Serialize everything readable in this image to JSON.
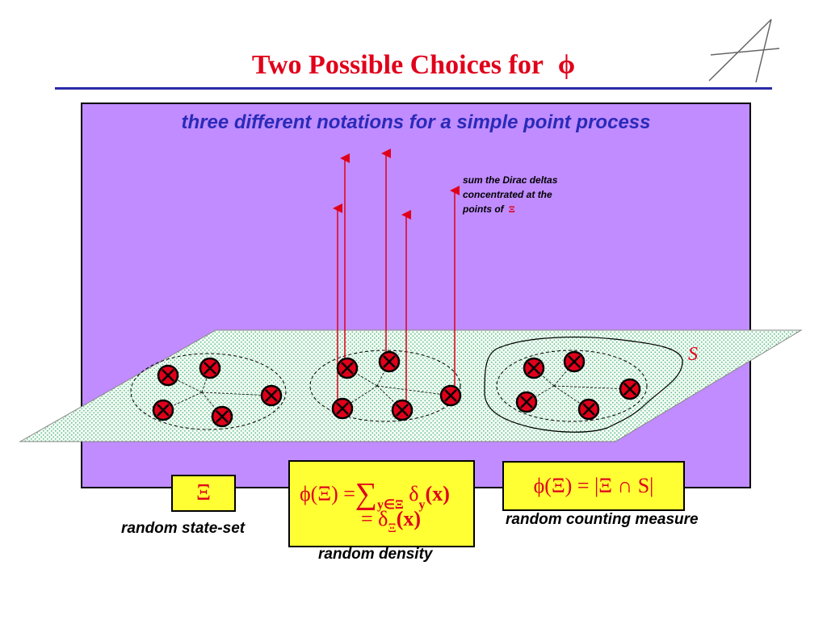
{
  "slide": {
    "title": "Two Possible Choices for",
    "title_symbol": "ϕ",
    "subtitle": "three different notations for a simple point process",
    "note_line1": "sum the Dirac deltas",
    "note_line2": "concentrated at the",
    "note_line3": "points of",
    "note_symbol": "Ξ",
    "region_label": "S"
  },
  "boxes": {
    "state_set": {
      "formula": "Ξ",
      "label": "random state-set"
    },
    "density": {
      "line1_prefix": "ϕ(Ξ) =",
      "sum_sign": "∑",
      "sum_sub": "y∈Ξ",
      "delta": "δ",
      "delta_sub": "y",
      "arg": "(x)",
      "line2_prefix": "= δ",
      "line2_sub": "Ξ",
      "line2_arg": "(x)",
      "label": "random density"
    },
    "counting": {
      "formula": "ϕ(Ξ) = |Ξ ∩ S|",
      "label": "random counting measure"
    }
  },
  "colors": {
    "title": "#e0001a",
    "subtitle": "#2a2ab8",
    "panel": "#c08cff",
    "box": "#ffff33",
    "point": "#e0001a",
    "rule": "#2a2aa8"
  }
}
